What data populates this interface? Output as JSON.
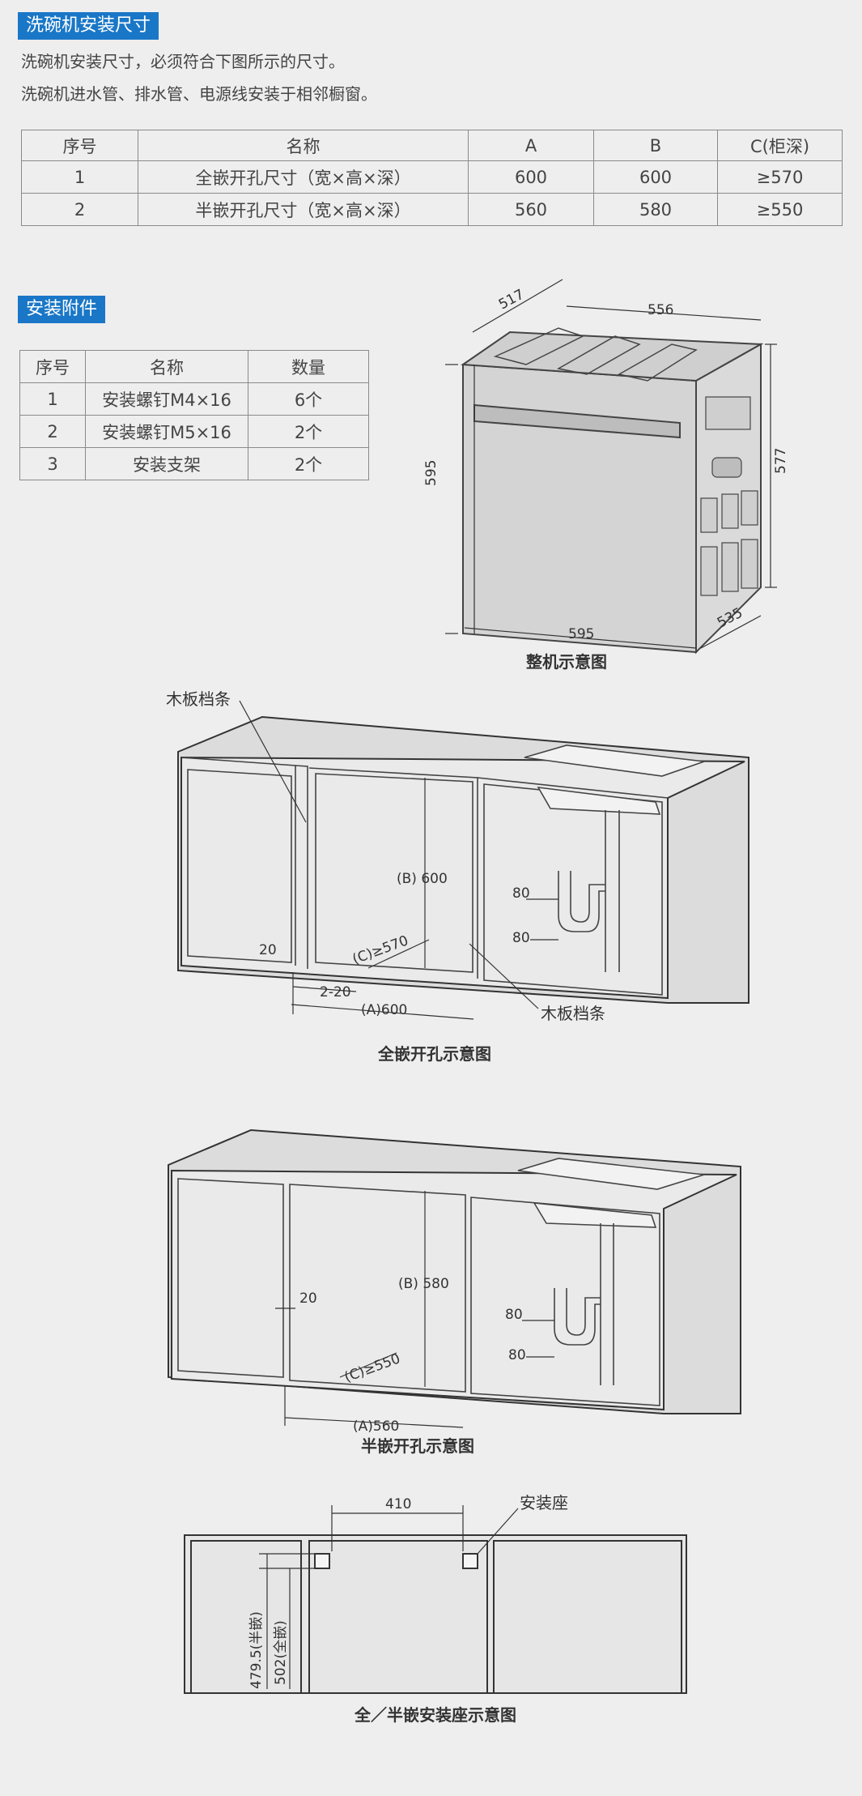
{
  "section1": {
    "title": "洗碗机安装尺寸",
    "line1": "洗碗机安装尺寸，必须符合下图所示的尺寸。",
    "line2": "洗碗机进水管、排水管、电源线安装于相邻橱窗。",
    "table": {
      "headers": [
        "序号",
        "名称",
        "A",
        "B",
        "C(柜深)"
      ],
      "rows": [
        [
          "1",
          "全嵌开孔尺寸（宽×高×深）",
          "600",
          "600",
          "≥570"
        ],
        [
          "2",
          "半嵌开孔尺寸（宽×高×深）",
          "560",
          "580",
          "≥550"
        ]
      ]
    }
  },
  "section2": {
    "title": "安装附件",
    "table": {
      "headers": [
        "序号",
        "名称",
        "数量"
      ],
      "rows": [
        [
          "1",
          "安装螺钉M4×16",
          "6个"
        ],
        [
          "2",
          "安装螺钉M5×16",
          "2个"
        ],
        [
          "3",
          "安装支架",
          "2个"
        ]
      ]
    }
  },
  "machine_diagram": {
    "caption": "整机示意图",
    "dims": {
      "d517": "517",
      "d556": "556",
      "d595h": "595",
      "d577": "577",
      "d595w": "595",
      "d535": "535"
    }
  },
  "full_embed_diagram": {
    "caption": "全嵌开孔示意图",
    "label_wood_top": "木板档条",
    "label_wood_bottom": "木板档条",
    "dims": {
      "b": "(B) 600",
      "c": "(C)≥570",
      "a": "(A)600",
      "gap20": "20",
      "gap2_20": "2-20",
      "p80a": "80",
      "p80b": "80"
    }
  },
  "half_embed_diagram": {
    "caption": "半嵌开孔示意图",
    "dims": {
      "b": "(B) 580",
      "c": "(C)≥550",
      "a": "(A)560",
      "gap20": "20",
      "p80a": "80",
      "p80b": "80"
    }
  },
  "mount_diagram": {
    "caption": "全／半嵌安装座示意图",
    "label_mount": "安装座",
    "dims": {
      "d410": "410",
      "half": "479.5(半嵌)",
      "full": "502(全嵌)"
    }
  }
}
